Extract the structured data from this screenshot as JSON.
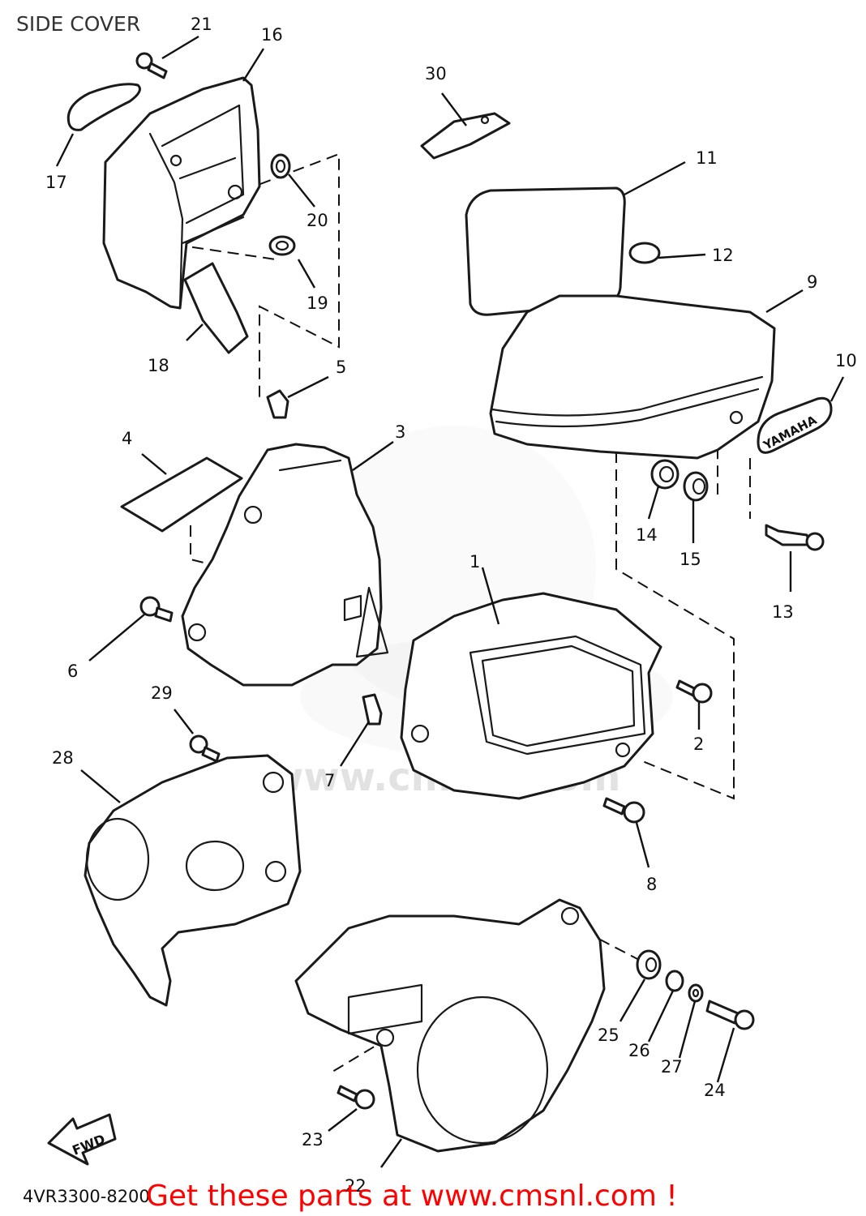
{
  "diagram": {
    "title": "SIDE COVER",
    "catalog_code": "4VR3300-8200",
    "banner": "Get these parts at www.cmsnl.com !",
    "watermark_text": "www.cmsnl.com",
    "emblem_text": "YAMAHA",
    "direction_label": "FWD",
    "callouts": [
      "1",
      "2",
      "3",
      "4",
      "5",
      "6",
      "7",
      "8",
      "9",
      "10",
      "11",
      "12",
      "13",
      "14",
      "15",
      "16",
      "17",
      "18",
      "19",
      "20",
      "21",
      "22",
      "23",
      "24",
      "25",
      "26",
      "27",
      "28",
      "29",
      "30"
    ],
    "colors": {
      "banner": "#ff0000",
      "lines": "#1a1a1a",
      "watermark": "#d0d0d0"
    }
  }
}
